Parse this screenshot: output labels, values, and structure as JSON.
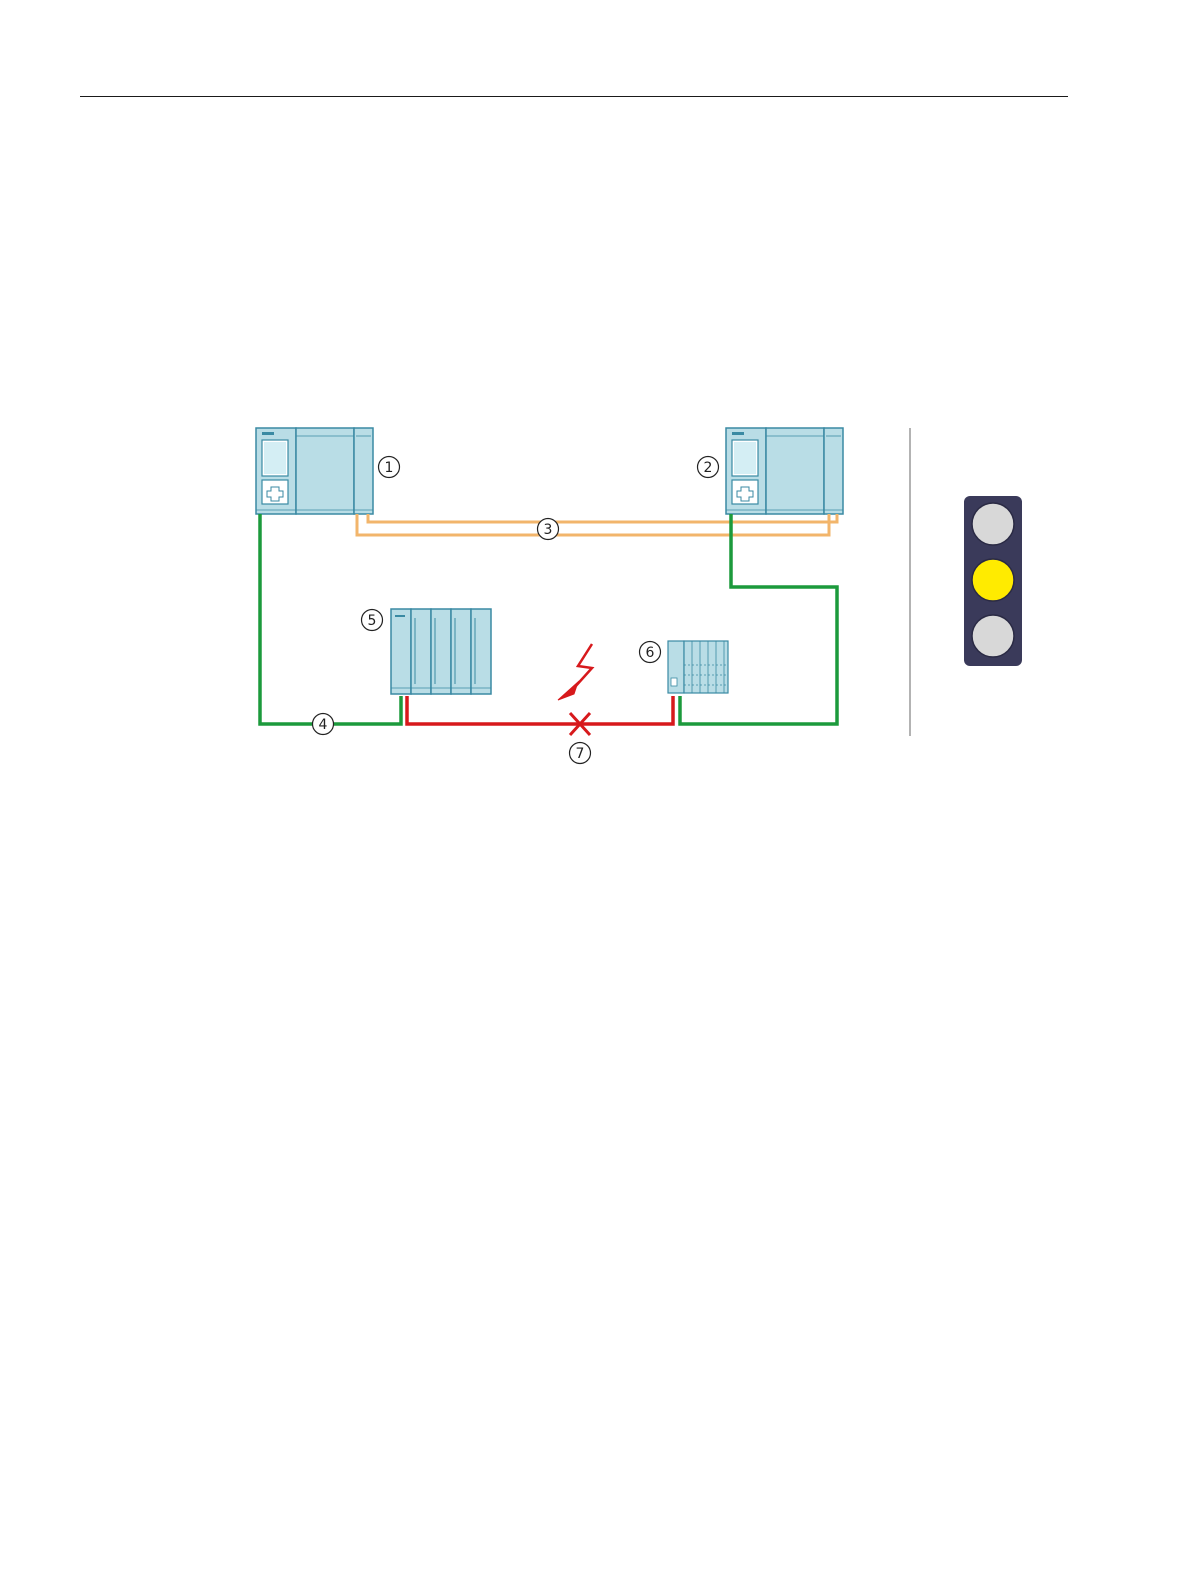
{
  "callouts": [
    "1",
    "2",
    "3",
    "4",
    "5",
    "6",
    "7"
  ],
  "colors": {
    "device_fill": "#b9dde6",
    "device_stroke": "#3a8aa3",
    "sync_link": "#f2b56b",
    "network_ok": "#1c9a3c",
    "network_fault": "#d7191c",
    "traffic_light_housing": "#3a3a5a",
    "lamp_off": "#d8d8d8",
    "lamp_on": "#ffeb00"
  },
  "traffic_light": {
    "lamps": [
      {
        "name": "top",
        "state": "off"
      },
      {
        "name": "middle",
        "state": "on"
      },
      {
        "name": "bottom",
        "state": "off"
      }
    ]
  },
  "icons": [
    "plc-cpu",
    "io-rack",
    "et200-station",
    "lightning-fault-icon",
    "cross-fault-icon",
    "traffic-light-icon"
  ]
}
